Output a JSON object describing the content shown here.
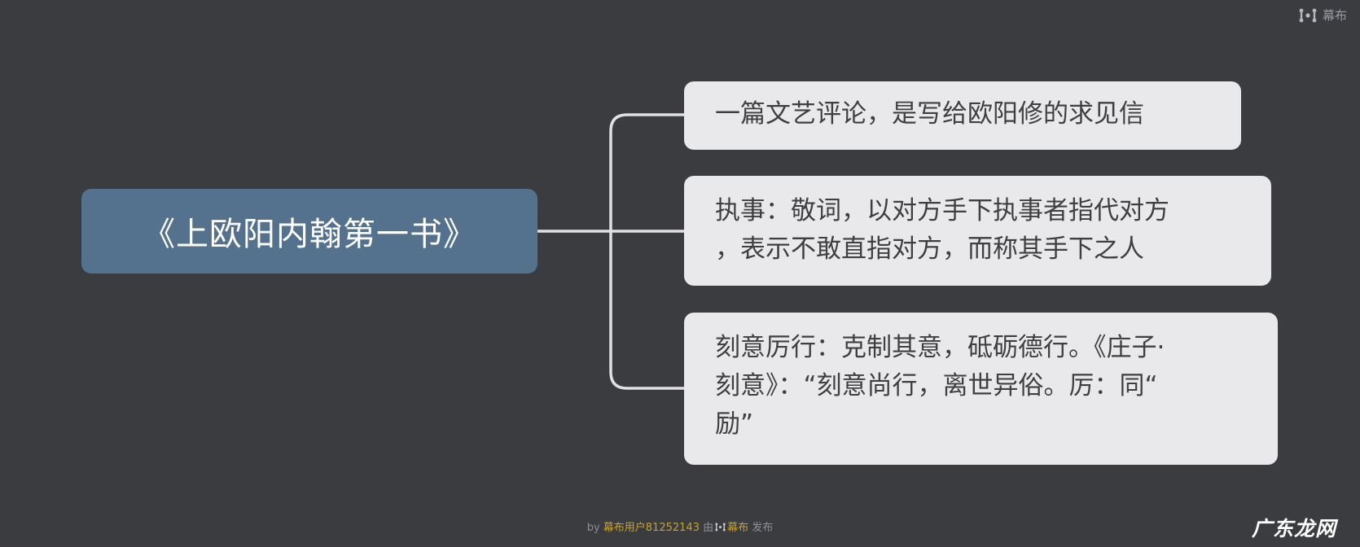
{
  "brand": {
    "logo_icon": "mubu-logo-icon",
    "name": "幕布"
  },
  "mindmap": {
    "root": {
      "label": "《上欧阳内翰第一书》",
      "color": "#54728e"
    },
    "children": [
      {
        "lines": [
          "一篇文艺评论，是写给欧阳修的求见信"
        ]
      },
      {
        "lines": [
          "执事：敬词，以对方手下执事者指代对方",
          "，表示不敢直指对方，而称其手下之人"
        ]
      },
      {
        "lines": [
          "刻意厉行：克制其意，砥砺德行。《庄子·",
          "刻意》：“刻意尚行，离世异俗。厉：同“",
          "励”"
        ]
      }
    ],
    "node_color": "#e9e9eb",
    "connector_color": "#e1e1e3",
    "background": "#3b3c40"
  },
  "footer": {
    "by": "by",
    "author": "幕布用户81252143",
    "via": "由",
    "platform": "幕布",
    "published": "发布"
  },
  "watermark": "广东龙网"
}
